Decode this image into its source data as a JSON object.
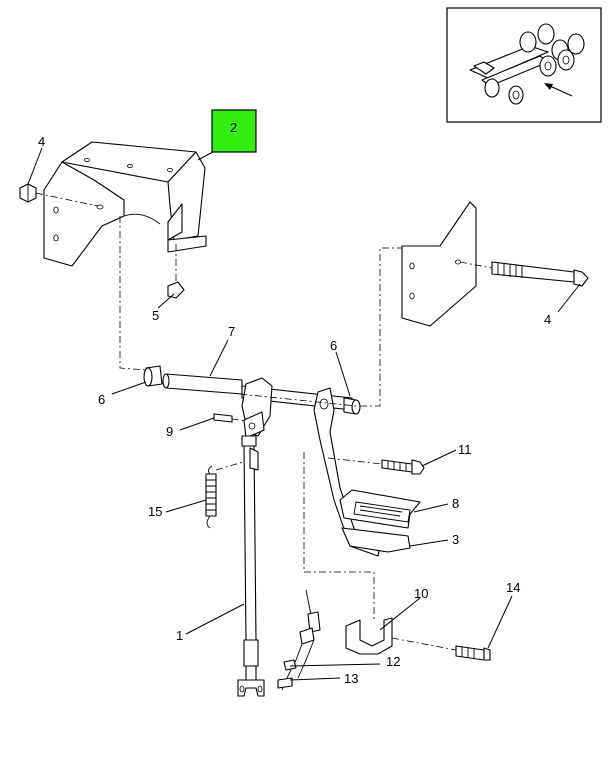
{
  "callouts": {
    "c1": "1",
    "c2": "2",
    "c3": "3",
    "c4a": "4",
    "c4b": "4",
    "c5": "5",
    "c6a": "6",
    "c6b": "6",
    "c7": "7",
    "c8": "8",
    "c9": "9",
    "c10": "10",
    "c11": "11",
    "c12": "12",
    "c13": "13",
    "c14": "14",
    "c15": "15"
  },
  "colors": {
    "highlight": "#33ee11",
    "line": "#000000"
  }
}
